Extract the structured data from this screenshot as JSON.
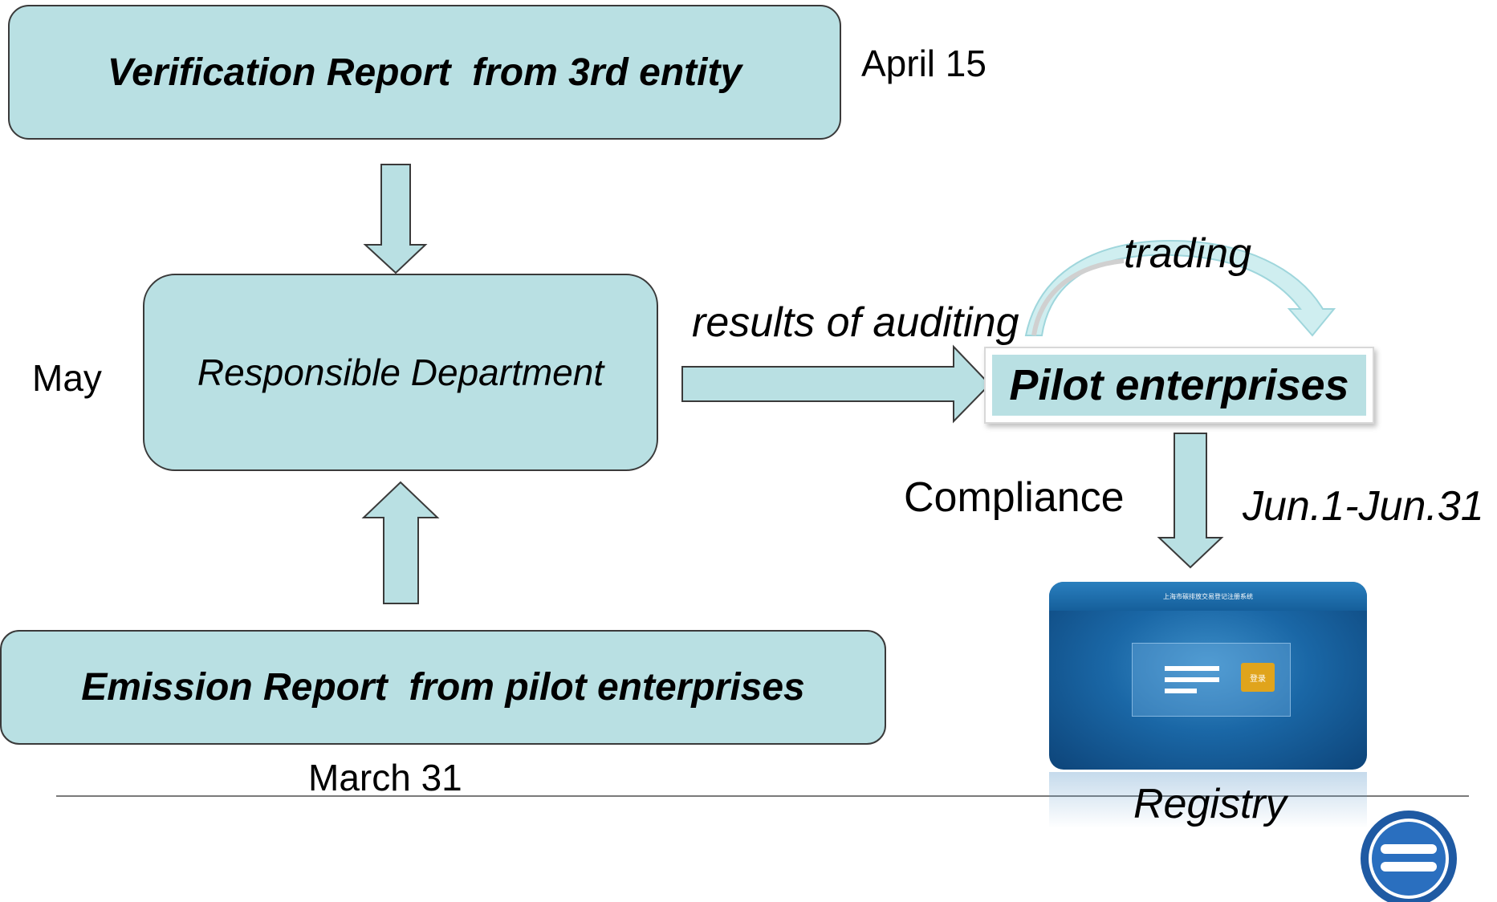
{
  "verification": {
    "title": "Verification Report  from 3rd entity",
    "date": "April 15"
  },
  "department": {
    "title": "Responsible Department",
    "date": "May"
  },
  "emission": {
    "title": "Emission Report  from pilot enterprises",
    "date": "March 31"
  },
  "pilot": {
    "title": "Pilot enterprises"
  },
  "edges": {
    "auditing": "results of auditing",
    "trading": "trading",
    "compliance": "Compliance",
    "period": "Jun.1-Jun.31"
  },
  "registry": {
    "label": "Registry",
    "screen_title": "上海市碳排放交易登记注册系统",
    "login_button": "登录"
  },
  "colors": {
    "box_fill": "#b9e0e3",
    "box_border": "#3a3a3a",
    "registry_blue": "#155f9b",
    "login_orange": "#e0a41c"
  }
}
